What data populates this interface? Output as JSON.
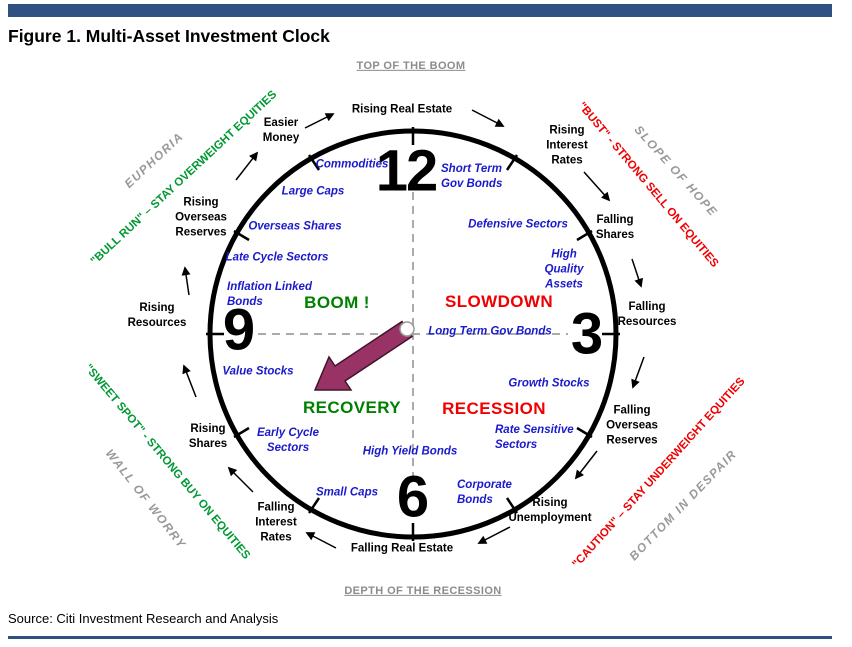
{
  "title": "Figure 1. Multi-Asset Investment Clock",
  "source": "Source: Citi Investment Research and Analysis",
  "clock": {
    "phase_top": "TOP OF THE BOOM",
    "phase_bottom": "DEPTH OF THE RECESSION",
    "numbers": {
      "n12": "12",
      "n3": "3",
      "n6": "6",
      "n9": "9"
    },
    "quadrants": {
      "boom": "BOOM !",
      "slowdown": "SLOWDOWN",
      "recovery": "RECOVERY",
      "recession": "RECESSION"
    },
    "assets": {
      "commodities": "Commodities",
      "short_term_gov_bonds": "Short Term\nGov Bonds",
      "large_caps": "Large Caps",
      "overseas_shares": "Overseas Shares",
      "late_cycle_sectors": "Late Cycle Sectors",
      "inflation_linked_bonds": "Inflation Linked\nBonds",
      "defensive_sectors": "Defensive Sectors",
      "high_quality_assets": "High\nQuality\nAssets",
      "long_term_gov_bonds": "Long Term Gov Bonds",
      "growth_stocks": "Growth Stocks",
      "rate_sensitive_sectors": "Rate Sensitive\nSectors",
      "corporate_bonds": "Corporate\nBonds",
      "high_yield_bonds": "High Yield Bonds",
      "small_caps": "Small Caps",
      "early_cycle_sectors": "Early Cycle\nSectors",
      "value_stocks": "Value Stocks"
    },
    "economy": {
      "easier_money": "Easier\nMoney",
      "rising_real_estate": "Rising Real Estate",
      "rising_interest_rates": "Rising\nInterest\nRates",
      "falling_shares": "Falling\nShares",
      "falling_resources": "Falling\nResources",
      "falling_overseas_reserves": "Falling\nOverseas\nReserves",
      "rising_unemployment": "Rising\nUnemployment",
      "falling_real_estate": "Falling Real Estate",
      "falling_interest_rates": "Falling\nInterest\nRates",
      "rising_shares": "Rising\nShares",
      "rising_resources": "Rising\nResources",
      "rising_overseas_reserves": "Rising\nOverseas\nReserves"
    },
    "sentiment": {
      "euphoria": "EUPHORIA",
      "bull_run": "\"BULL RUN\" – STAY OVERWEIGHT EQUITIES",
      "slope_of_hope": "SLOPE OF HOPE",
      "bust": "\"BUST\" -  STRONG SELL ON EQUITIES",
      "sweet_spot": "\"SWEET SPOT\" - STRONG BUY ON EQUITIES",
      "wall_of_worry": "WALL OF WORRY",
      "caution": "\"CAUTION\"  –  STAY UNDERWEIGHT EQUITIES",
      "bottom_in_despair": "BOTTOM IN DESPAIR"
    }
  },
  "colors": {
    "bar_navy": "#2F5182",
    "asset_blue": "#1A1ACC",
    "quadrant_green": "#008000",
    "diagonal_green": "#009933",
    "red": "#F00000",
    "muted_gray": "#999999",
    "hand_plum": "#993366"
  }
}
